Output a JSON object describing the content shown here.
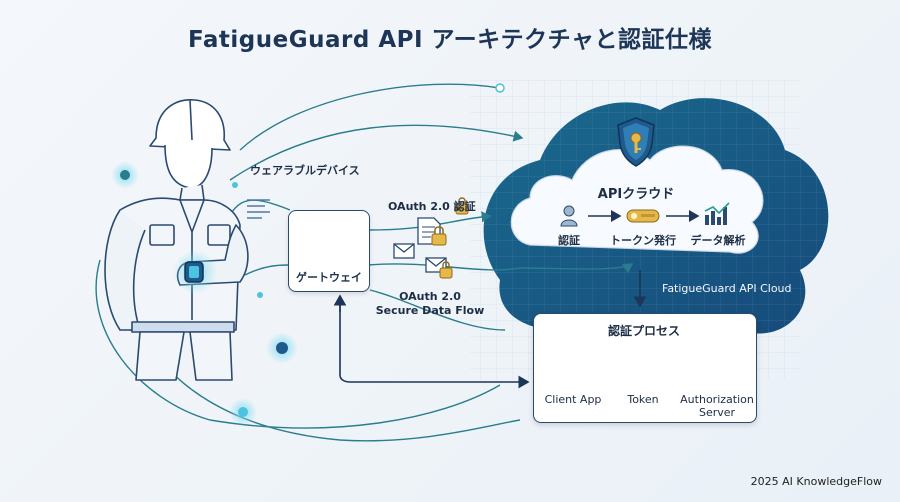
{
  "title": "FatigueGuard API アーキテクチャと認証仕様",
  "labels": {
    "wearable": "ウェアラブルデバイス",
    "gateway": "ゲートウェイ",
    "oauth_auth": "OAuth 2.0 認証",
    "oauth_flow_1": "OAuth 2.0",
    "oauth_flow_2": "Secure Data Flow",
    "cloud_name": "FatigueGuard API Cloud",
    "api_cloud_title": "APIクラウド",
    "cloud_step_auth": "認証",
    "cloud_step_token": "トークン発行",
    "cloud_step_analysis": "データ解析",
    "process_title": "認証プロセス",
    "client_app": "Client App",
    "token": "Token",
    "auth_server_1": "Authorization",
    "auth_server_2": "Server"
  },
  "footer": "2025 AI KnowledgeFlow",
  "colors": {
    "navy": "#1d3557",
    "teal": "#2a7d8c",
    "cloud_blue": "#1f5a8c",
    "accent_cyan": "#4cc3e0",
    "gold": "#e6b84a"
  },
  "icons": [
    "worker-icon",
    "smartwatch-icon",
    "router-icon",
    "document-lock-icon",
    "mail-icon",
    "mail-lock-icon",
    "shield-key-icon",
    "user-icon",
    "key-icon",
    "bar-chart-icon",
    "client-app-icon",
    "token-key-icon",
    "server-icon"
  ]
}
